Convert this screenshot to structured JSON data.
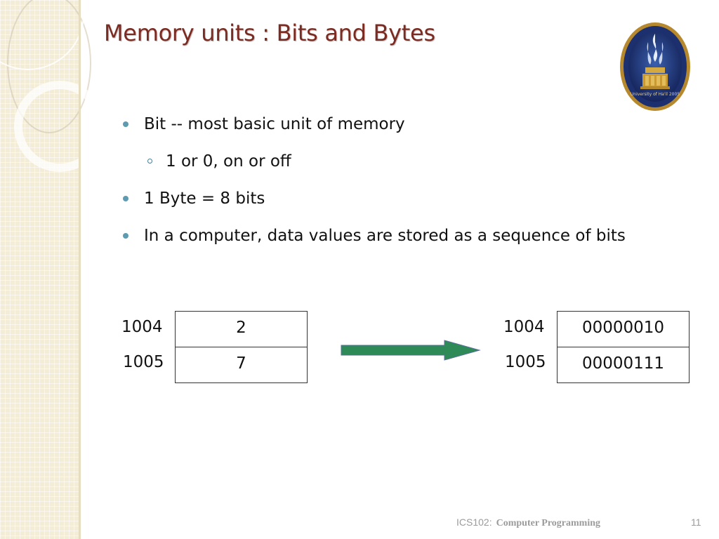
{
  "slide": {
    "title": "Memory units : Bits and Bytes",
    "bullets": [
      {
        "text": "Bit -- most basic unit of memory",
        "level": 1
      },
      {
        "text": "1 or 0, on or off",
        "level": 2
      },
      {
        "text": "1 Byte = 8 bits",
        "level": 1
      },
      {
        "text": "In a computer, data values are stored as a sequence of bits",
        "level": 1
      }
    ],
    "left_table": {
      "addresses": [
        "1004",
        "1005"
      ],
      "values": [
        "2",
        "7"
      ]
    },
    "right_table": {
      "addresses": [
        "1004",
        "1005"
      ],
      "values": [
        "00000010",
        "00000111"
      ]
    }
  },
  "footer": {
    "course_code": "ICS102:",
    "course_name": "Computer Programming",
    "page_number": "11"
  },
  "colors": {
    "title": "#7b2b21",
    "bullet": "#5e9bb0",
    "arrow": "#2e8b57",
    "side_strip": "#f3ecd7"
  },
  "logo": {
    "icon": "university-of-hail-seal-icon",
    "text": "University of Ha'il 2005"
  }
}
